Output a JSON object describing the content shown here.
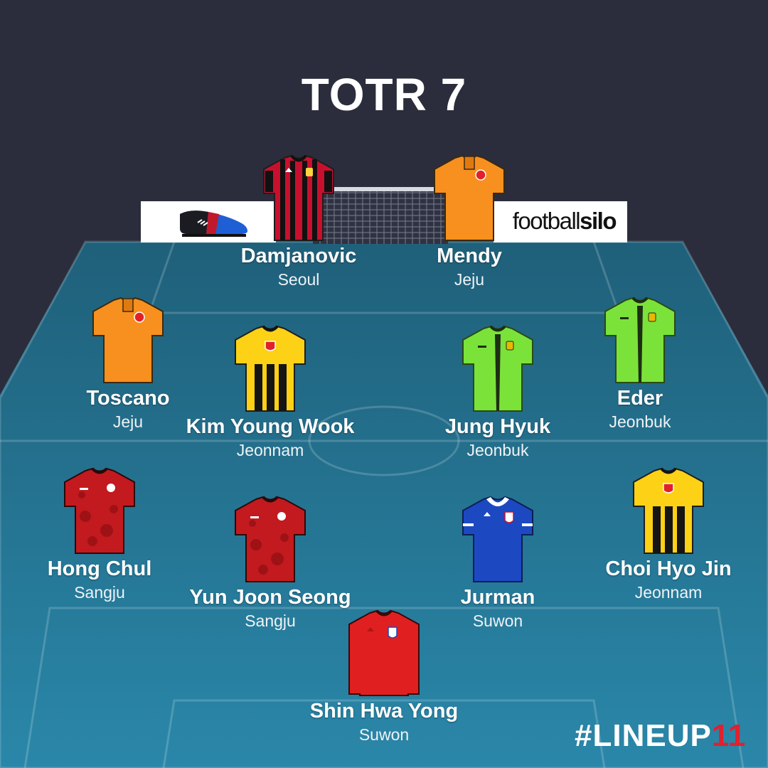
{
  "title": "TOTR 7",
  "sponsors": {
    "right_text_a": "football",
    "right_text_b": "silo"
  },
  "brand": {
    "hashtag_main": "#LINEUP",
    "hashtag_num": "11"
  },
  "colors": {
    "background": "#2b2d3c",
    "pitch_top": "#1f607a",
    "pitch_bottom": "#2a87a9",
    "hashtag_accent": "#e0212e"
  },
  "players": [
    {
      "name": "Damjanovic",
      "club": "Seoul",
      "kit": "fcseoul"
    },
    {
      "name": "Mendy",
      "club": "Jeju",
      "kit": "jeju"
    },
    {
      "name": "Toscano",
      "club": "Jeju",
      "kit": "jeju"
    },
    {
      "name": "Kim Young Wook",
      "club": "Jeonnam",
      "kit": "jeonnam"
    },
    {
      "name": "Jung Hyuk",
      "club": "Jeonbuk",
      "kit": "jeonbuk"
    },
    {
      "name": "Eder",
      "club": "Jeonbuk",
      "kit": "jeonbuk"
    },
    {
      "name": "Hong Chul",
      "club": "Sangju",
      "kit": "sangju"
    },
    {
      "name": "Yun Joon Seong",
      "club": "Sangju",
      "kit": "sangju"
    },
    {
      "name": "Jurman",
      "club": "Suwon",
      "kit": "suwon"
    },
    {
      "name": "Choi Hyo Jin",
      "club": "Jeonnam",
      "kit": "jeonnam"
    },
    {
      "name": "Shin Hwa Yong",
      "club": "Suwon",
      "kit": "suwon-gk"
    }
  ]
}
